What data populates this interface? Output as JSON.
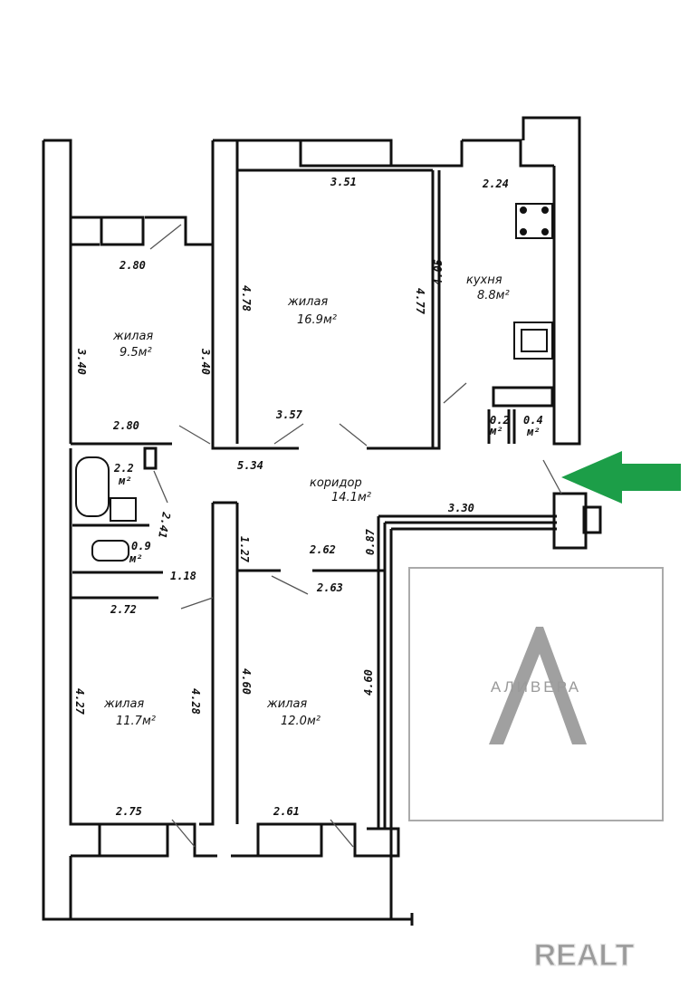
{
  "rooms": [
    {
      "name": "жилая",
      "area": "9.5м²"
    },
    {
      "name": "жилая",
      "area": "16.9м²"
    },
    {
      "name": "кухня",
      "area": "8.8м²"
    },
    {
      "name": "коридор",
      "area": "14.1м²"
    },
    {
      "name": "жилая",
      "area": "11.7м²"
    },
    {
      "name": "жилая",
      "area": "12.0м²"
    },
    {
      "name": "м²",
      "area": "2.2"
    },
    {
      "name": "м²",
      "area": "0.9"
    },
    {
      "name": "м²",
      "area": "0.2"
    },
    {
      "name": "м²",
      "area": "0.4"
    }
  ],
  "dimensions": [
    "2.80",
    "3.40",
    "3.40",
    "2.80",
    "4.78",
    "4.77",
    "3.51",
    "3.57",
    "4.05",
    "2.24",
    "5.34",
    "3.30",
    "2.41",
    "1.18",
    "2.72",
    "1.27",
    "2.62",
    "0.87",
    "2.63",
    "4.27",
    "4.28",
    "4.60",
    "4.60",
    "2.75",
    "2.61"
  ],
  "watermarks": {
    "agency": "АЛИВЕРА",
    "site": "REALT"
  },
  "colors": {
    "arrow": "#1c9e48",
    "wall": "#111111",
    "watermark": "#9a9a9a"
  }
}
